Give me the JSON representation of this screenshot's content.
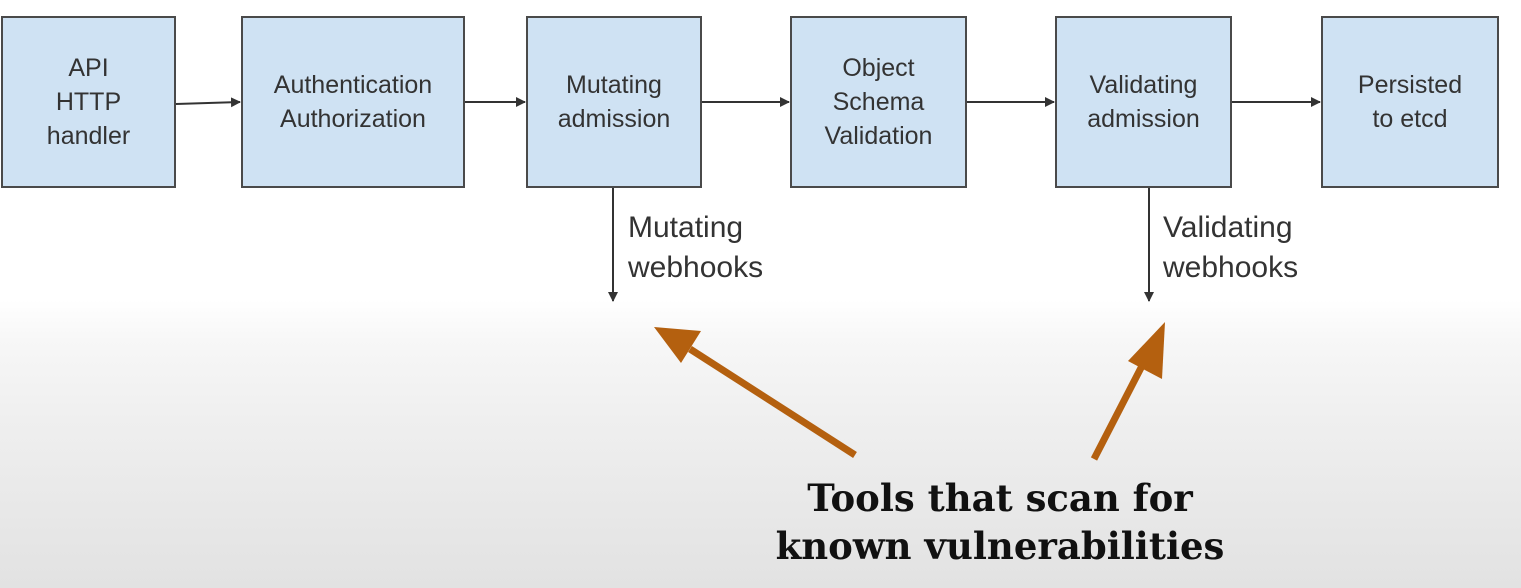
{
  "pipeline": {
    "stages": [
      {
        "label": "API\nHTTP\nhandler"
      },
      {
        "label": "Authentication\nAuthorization"
      },
      {
        "label": "Mutating\nadmission"
      },
      {
        "label": "Object\nSchema\nValidation"
      },
      {
        "label": "Validating\nadmission"
      },
      {
        "label": "Persisted\nto etcd"
      }
    ]
  },
  "webhooks": [
    {
      "label": "Mutating\nwebhooks"
    },
    {
      "label": "Validating\nwebhooks"
    }
  ],
  "annotation": {
    "text": "Tools that scan for\nknown vulnerabilities",
    "arrow_color": "#b4600f"
  },
  "colors": {
    "box_fill": "#cfe2f3",
    "box_border": "#4a4a4a",
    "connector": "#333333"
  }
}
